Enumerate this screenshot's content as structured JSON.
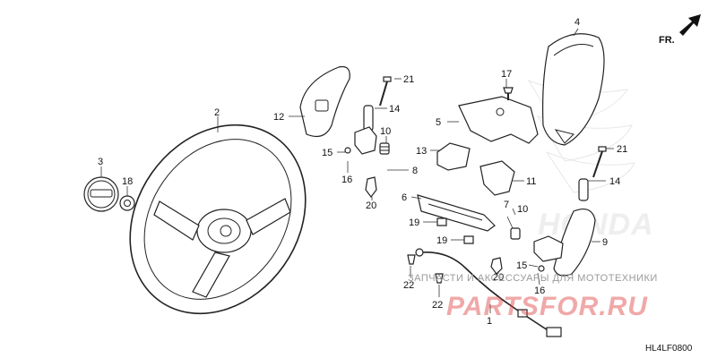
{
  "diagram": {
    "code": "HL4LF0800",
    "front_marker": "FR.",
    "brand_watermark": "HONDA"
  },
  "watermark": {
    "caption": "ЗАПЧАСТИ И АКСЕССУАРЫ ДЛЯ МОТОТЕХНИКИ",
    "logo": "PARTSFOR.RU",
    "color": "#e04040"
  },
  "callouts": {
    "c1": "1",
    "c2": "2",
    "c3": "3",
    "c4": "4",
    "c5": "5",
    "c6": "6",
    "c7": "7",
    "c8": "8",
    "c9": "9",
    "c10a": "10",
    "c10b": "10",
    "c11": "11",
    "c12": "12",
    "c13": "13",
    "c14a": "14",
    "c14b": "14",
    "c15a": "15",
    "c15b": "15",
    "c16a": "16",
    "c16b": "16",
    "c17": "17",
    "c18": "18",
    "c19a": "19",
    "c19b": "19",
    "c20a": "20",
    "c20b": "20",
    "c21a": "21",
    "c21b": "21",
    "c22a": "22",
    "c22b": "22"
  }
}
